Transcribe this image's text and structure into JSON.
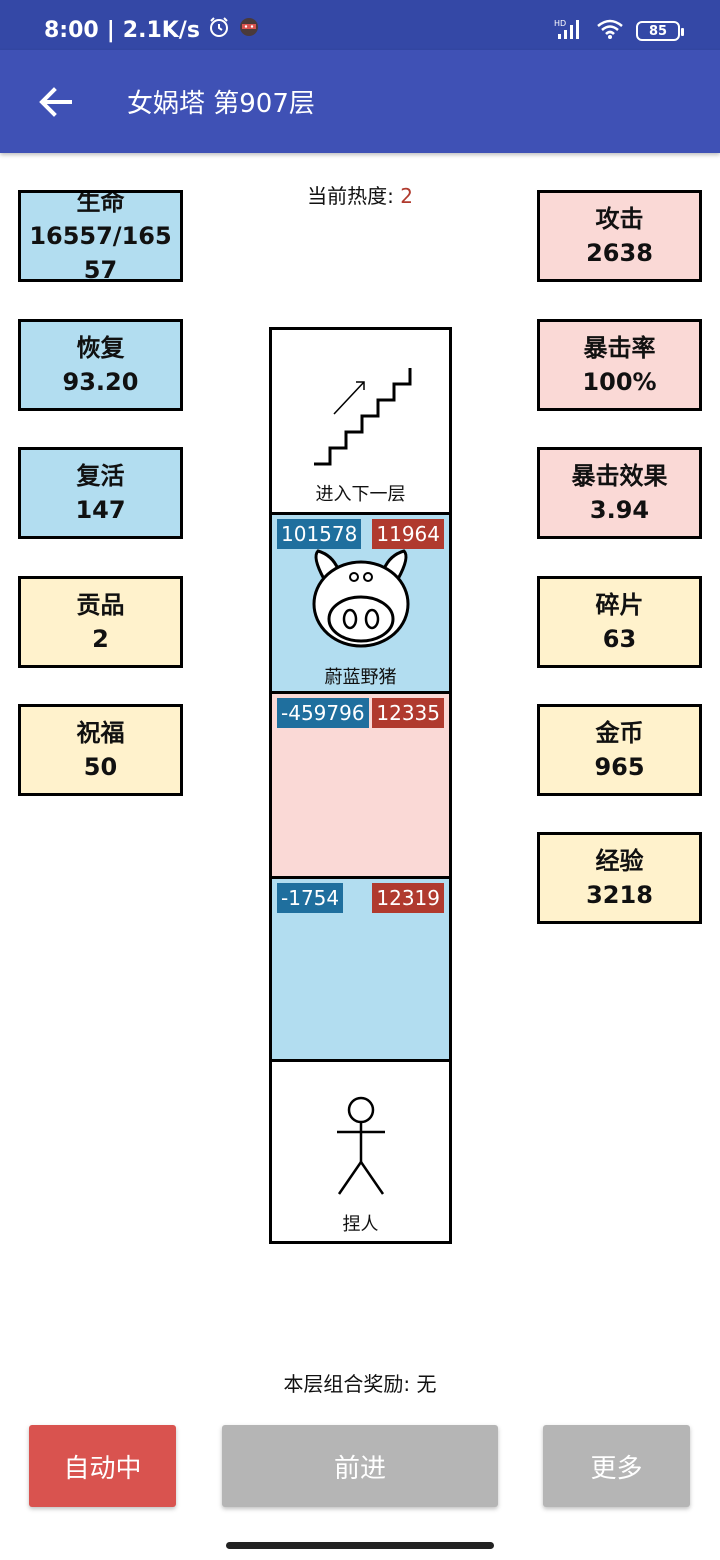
{
  "status_bar": {
    "time": "8:00",
    "speed": "2.1K/s",
    "battery": "85",
    "signal_label": "HD",
    "icons": [
      "alarm-icon",
      "ninja-icon",
      "signal-icon",
      "wifi-icon",
      "battery-icon"
    ]
  },
  "app_bar": {
    "title": "女娲塔 第907层",
    "back_icon": "arrow-left-icon"
  },
  "heat": {
    "label": "当前热度:",
    "value": "2"
  },
  "stats_left": [
    {
      "label": "生命",
      "value": "16557/16557",
      "color": "#b2ddf0"
    },
    {
      "label": "恢复",
      "value": "93.20",
      "color": "#b2ddf0"
    },
    {
      "label": "复活",
      "value": "147",
      "color": "#b2ddf0"
    },
    {
      "label": "贡品",
      "value": "2",
      "color": "#fff2cc"
    },
    {
      "label": "祝福",
      "value": "50",
      "color": "#fff2cc"
    }
  ],
  "stats_right": [
    {
      "label": "攻击",
      "value": "2638",
      "color": "#fad9d6"
    },
    {
      "label": "暴击率",
      "value": "100%",
      "color": "#fad9d6"
    },
    {
      "label": "暴击效果",
      "value": "3.94",
      "color": "#fad9d6"
    },
    {
      "label": "碎片",
      "value": "63",
      "color": "#fff2cc"
    },
    {
      "label": "金币",
      "value": "965",
      "color": "#fff2cc"
    },
    {
      "label": "经验",
      "value": "3218",
      "color": "#fff2cc"
    }
  ],
  "tower": {
    "stairs": {
      "label": "进入下一层",
      "icon": "stairs-icon"
    },
    "monster": {
      "hp": "101578",
      "atk": "11964",
      "name": "蔚蓝野猪",
      "icon": "pig-icon"
    },
    "slot_pink": {
      "hp": "-459796",
      "atk": "12335"
    },
    "slot_blue": {
      "hp": "-1754",
      "atk": "12319"
    },
    "player": {
      "label": "捏人",
      "icon": "stick-figure-icon"
    }
  },
  "combo_reward": {
    "label": "本层组合奖励:",
    "value": "无"
  },
  "buttons": {
    "auto": "自动中",
    "forward": "前进",
    "more": "更多"
  },
  "colors": {
    "app_bar": "#3f51b5",
    "status_bar": "#3448a6",
    "auto_button": "#d9534f",
    "disabled_button": "#b5b5b5",
    "hp_tag": "#1f6f9e",
    "atk_tag": "#b03a2e"
  }
}
